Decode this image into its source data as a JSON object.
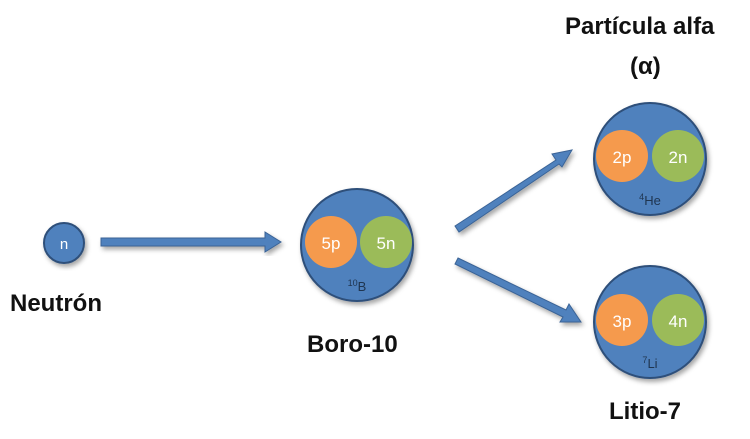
{
  "colors": {
    "nucleus_fill": "#4f81bd",
    "nucleus_stroke": "#2e4f7a",
    "proton": "#f59a4d",
    "neutron_fill": "#9bbb59",
    "arrow_fill": "#4f81bd",
    "arrow_stroke": "#3a6396",
    "text_white": "#ffffff",
    "text_dark": "#1f3550"
  },
  "neutron": {
    "symbol": "n",
    "label": "Neutrón"
  },
  "boron": {
    "protons": "5p",
    "neutrons": "5n",
    "mass_number": "10",
    "element": "B",
    "label": "Boro-10"
  },
  "alpha": {
    "protons": "2p",
    "neutrons": "2n",
    "mass_number": "4",
    "element": "He",
    "label_line1": "Partícula alfa",
    "label_line2": "(α)"
  },
  "lithium": {
    "protons": "3p",
    "neutrons": "4n",
    "mass_number": "7",
    "element": "Li",
    "label": "Litio-7"
  }
}
